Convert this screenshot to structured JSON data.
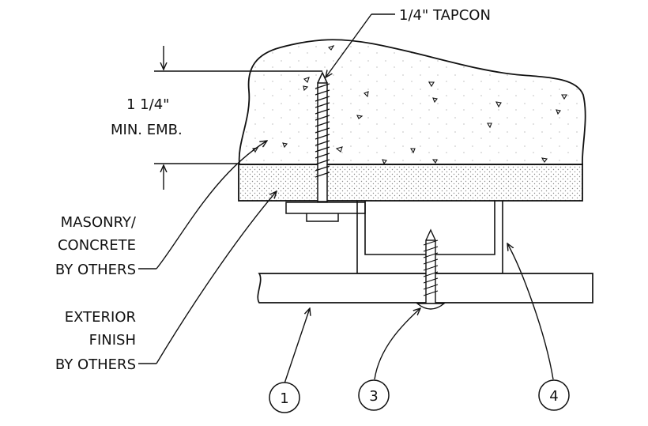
{
  "labels": {
    "tapcon": "1/4\" TAPCON",
    "embed_line1": "1  1/4\"",
    "embed_line2": "MIN.  EMB.",
    "masonry_line1": "MASONRY/",
    "masonry_line2": "CONCRETE",
    "masonry_line3": "BY  OTHERS",
    "finish_line1": "EXTERIOR",
    "finish_line2": "FINISH",
    "finish_line3": "BY  OTHERS"
  },
  "callouts": [
    "1",
    "3",
    "4"
  ],
  "colors": {
    "ink": "#111111",
    "stipple": "#9a9a9a",
    "background": "#ffffff"
  }
}
